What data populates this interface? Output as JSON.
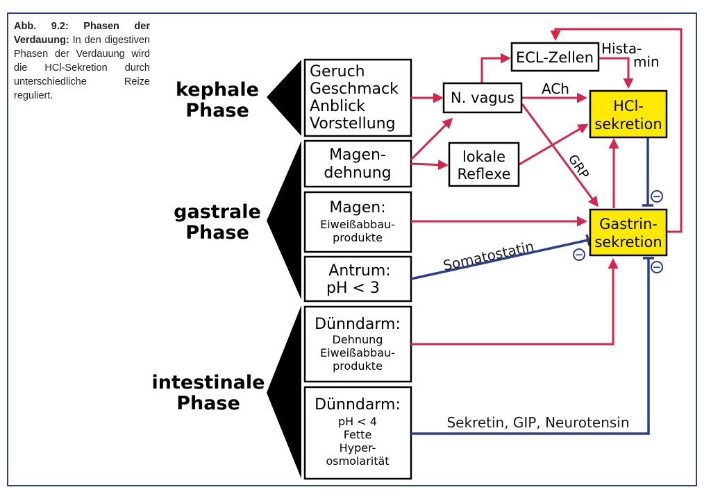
{
  "caption": {
    "figure_label": "Abb. 9.2: Phasen der Verdauung:",
    "text": "In den digestiven Phasen der Verdauung wird die HCl-Sekretion durch unterschiedliche Reize reguliert."
  },
  "phases": [
    {
      "lines": [
        "kephale",
        "Phase"
      ]
    },
    {
      "lines": [
        "gastrale",
        "Phase"
      ]
    },
    {
      "lines": [
        "intestinale",
        "Phase"
      ]
    }
  ],
  "stimuli": [
    {
      "lines": [
        "Geruch",
        "Geschmack",
        "Anblick",
        "Vorstellung"
      ]
    },
    {
      "lines": [
        "Magen-",
        "dehnung"
      ]
    },
    {
      "lines": [
        "Magen:",
        "Eiweißabbau-",
        "produkte"
      ]
    },
    {
      "lines": [
        "Antrum:",
        "pH < 3"
      ]
    },
    {
      "lines": [
        "Dünndarm:",
        "Dehnung",
        "Eiweißabbau-",
        "produkte"
      ]
    },
    {
      "lines": [
        "Dünndarm:",
        "pH < 4",
        "Fette",
        "Hyper-",
        "osmolarität"
      ]
    }
  ],
  "nodes": {
    "n_vagus": "N. vagus",
    "ecl": "ECL-Zellen",
    "lokale": [
      "lokale",
      "Reflexe"
    ],
    "hcl": [
      "HCl-",
      "sekretion"
    ],
    "gastrin": [
      "Gastrin-",
      "sekretion"
    ]
  },
  "edge_labels": {
    "ach": "ACh",
    "histamin_1": "Hista-",
    "histamin_2": "min",
    "grp": "GRP",
    "somatostatin": "Somatostatin",
    "sekretin": "Sekretin, GIP, Neurotensin"
  },
  "inhibition_sign": "−",
  "colors": {
    "stimulation": "#d8234b",
    "inhibition": "#2b3f8f",
    "highlight": "#fdea00",
    "phase_wedge": "#000000"
  }
}
